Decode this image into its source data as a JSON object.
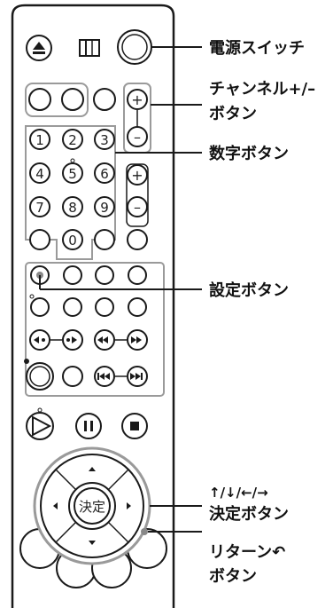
{
  "labels": {
    "power": "電源スイッチ",
    "channel_line1": "チャンネル+/–",
    "channel_line2": "ボタン",
    "number": "数字ボタン",
    "setting": "設定ボタン",
    "arrow_line1": "↑/↓/←/→",
    "arrow_line2": "決定ボタン",
    "return_line1": "リターン↶",
    "return_line2": "ボタン"
  },
  "buttons": {
    "digits": [
      "1",
      "2",
      "3",
      "4",
      "5",
      "6",
      "7",
      "8",
      "9",
      "0"
    ],
    "enter": "決定",
    "ch_plus": "+",
    "ch_minus": "–",
    "vol_plus": "+",
    "vol_minus": "–"
  },
  "colors": {
    "body_outline": "#1a1a1a",
    "highlight_frame": "#9a9a9a",
    "leader_line": "#1a1a1a"
  }
}
